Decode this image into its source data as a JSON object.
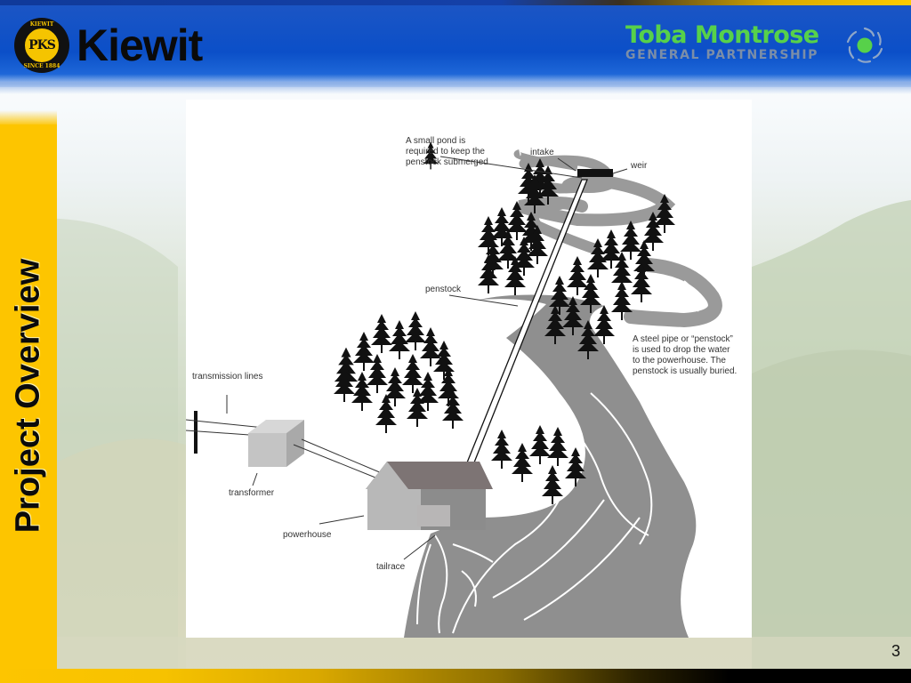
{
  "header": {
    "left_logo": {
      "name": "Kiewit",
      "seal_text_top": "KIEWIT",
      "seal_initials": "PKS",
      "seal_text_bottom": "SINCE 1884"
    },
    "right_logo": {
      "title": "Toba Montrose",
      "subtitle": "GENERAL PARTNERSHIP",
      "icon": "turbine-swirl-icon"
    }
  },
  "sidebar": {
    "title": "Project Overview"
  },
  "diagram": {
    "labels": {
      "pond": "A small pond is\nrequired to keep the\npenstock submerged",
      "intake": "intake",
      "weir": "weir",
      "penstock": "penstock",
      "penstock_note": "A steel pipe or “penstock”\nis used to drop the water\nto the powerhouse. The\npenstock is usually buried.",
      "transmission_lines": "transmission lines",
      "transformer": "transformer",
      "powerhouse": "powerhouse",
      "tailrace": "tailrace"
    }
  },
  "footer": {
    "page_number": "3"
  },
  "colors": {
    "header_blue": "#0b4fc8",
    "accent_yellow": "#fdc500",
    "toba_green": "#57d14a",
    "river_gray": "#8f8f8f"
  }
}
